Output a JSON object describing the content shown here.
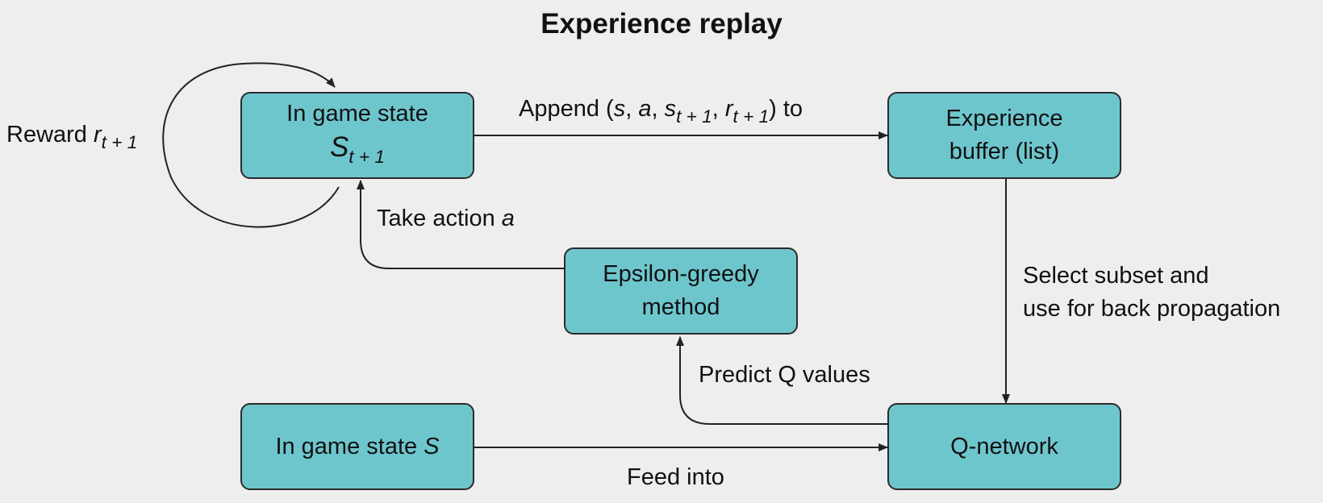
{
  "diagram": {
    "title": "Experience replay",
    "nodes": {
      "state_next": {
        "line1": "In game state",
        "symbol": "S",
        "subscript": "t + 1"
      },
      "buffer": {
        "line1": "Experience",
        "line2": "buffer (list)"
      },
      "epsilon": {
        "line1": "Epsilon-greedy",
        "line2": "method"
      },
      "state": {
        "text": "In game state ",
        "symbol": "S"
      },
      "qnet": {
        "text": "Q-network"
      }
    },
    "edges": {
      "reward": {
        "text": "Reward ",
        "symbol": "r",
        "subscript": "t + 1"
      },
      "append": {
        "prefix": "Append (",
        "s": "s",
        "sep1": ", ",
        "a": "a",
        "sep2": ", ",
        "s2": "s",
        "s2_sub": "t + 1",
        "sep3": ", ",
        "r": "r",
        "r_sub": "t + 1",
        "suffix": ") to"
      },
      "take_action": {
        "text": "Take action ",
        "symbol": "a"
      },
      "select": {
        "line1": "Select subset and",
        "line2": "use for back propagation"
      },
      "predict": {
        "text": "Predict Q values"
      },
      "feed": {
        "text": "Feed into"
      }
    }
  }
}
